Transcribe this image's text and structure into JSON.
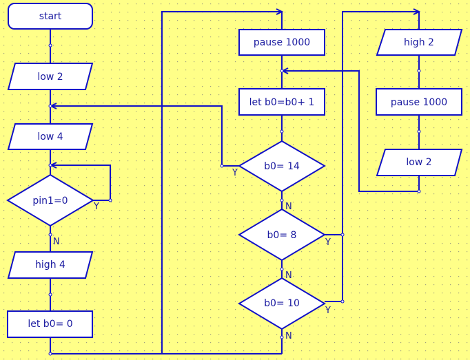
{
  "colors": {
    "background": "#ffff88",
    "grid_dot": "#a0a080",
    "line": "#1010c8",
    "shape_fill": "#ffffff",
    "text": "#1a1aa0"
  },
  "nodes": {
    "start": "start",
    "low2_a": "low 2",
    "low4": "low 4",
    "pin1": "pin1=0",
    "high4": "high 4",
    "let_b0_0": "let b0= 0",
    "pause1000_a": "pause 1000",
    "let_b0_inc": "let b0=b0+ 1",
    "b0_14": "b0= 14",
    "b0_8": "b0= 8",
    "b0_10": "b0= 10",
    "high2": "high 2",
    "pause1000_b": "pause 1000",
    "low2_b": "low 2"
  },
  "branch_labels": {
    "pin1_yes": "Y",
    "pin1_no": "N",
    "b0_14_yes": "Y",
    "b0_14_no": "N",
    "b0_8_yes": "Y",
    "b0_8_no": "N",
    "b0_10_yes": "Y",
    "b0_10_no": "N"
  }
}
